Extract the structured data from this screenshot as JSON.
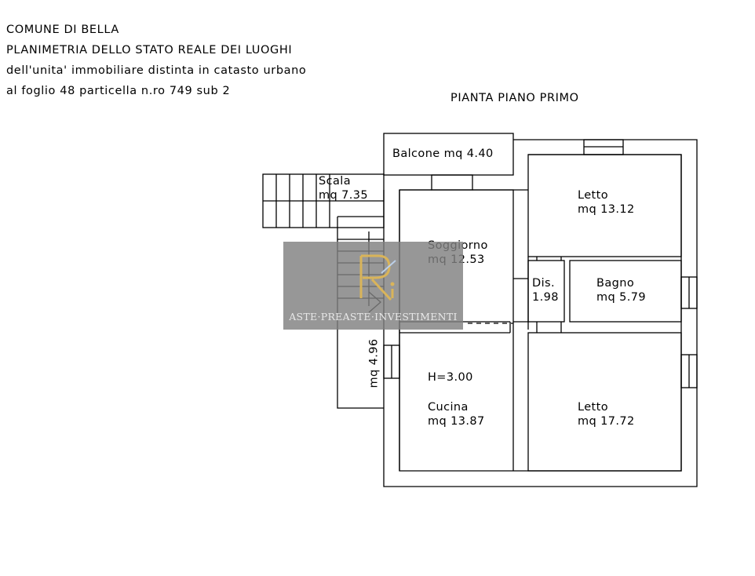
{
  "header": {
    "line1": "COMUNE DI BELLA",
    "line2": "PLANIMETRIA DELLO STATO REALE DEI LUOGHI",
    "line3": "dell'unita' immobiliare distinta in catasto urbano",
    "line4": "al foglio 48 particella n.ro 749 sub 2"
  },
  "plan_title": "PIANTA PIANO PRIMO",
  "rooms": {
    "balcone": "Balcone mq 4.40",
    "scala_name": "Scala",
    "scala_area": "mq 7.35",
    "soggiorno_name": "Soggiorno",
    "soggiorno_area": "mq 12.53",
    "letto1_name": "Letto",
    "letto1_area": "mq 13.12",
    "dis_name": "Dis.",
    "dis_area": "1.98",
    "bagno_name": "Bagno",
    "bagno_area": "mq 5.79",
    "height": "H=3.00",
    "cucina_name": "Cucina",
    "cucina_area": "mq 13.87",
    "letto2_name": "Letto",
    "letto2_area": "mq 17.72",
    "landing_area": "mq 4.96"
  },
  "watermark": {
    "text": "ASTE·PREASTE·INVESTIMENTI",
    "logo_icon": "rpi-monogram-icon",
    "logo_color": "#d9b45a"
  }
}
